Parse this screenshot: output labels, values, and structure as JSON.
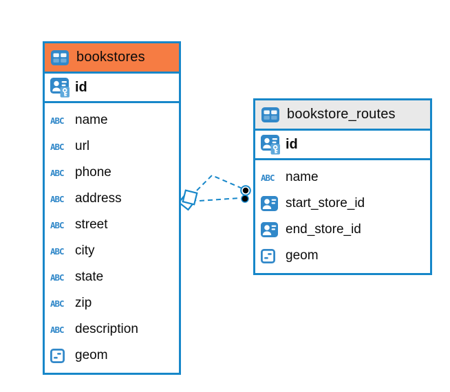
{
  "diagram": {
    "tables": [
      {
        "name": "bookstores",
        "header_color": "#F67C43",
        "primary_key": "id",
        "columns": [
          {
            "name": "name",
            "type": "text"
          },
          {
            "name": "url",
            "type": "text"
          },
          {
            "name": "phone",
            "type": "text"
          },
          {
            "name": "address",
            "type": "text"
          },
          {
            "name": "street",
            "type": "text"
          },
          {
            "name": "city",
            "type": "text"
          },
          {
            "name": "state",
            "type": "text"
          },
          {
            "name": "zip",
            "type": "text"
          },
          {
            "name": "description",
            "type": "text"
          },
          {
            "name": "geom",
            "type": "geometry"
          }
        ]
      },
      {
        "name": "bookstore_routes",
        "header_color": "#E9E9E9",
        "primary_key": "id",
        "columns": [
          {
            "name": "name",
            "type": "text"
          },
          {
            "name": "start_store_id",
            "type": "reference"
          },
          {
            "name": "end_store_id",
            "type": "reference"
          },
          {
            "name": "geom",
            "type": "geometry"
          }
        ]
      }
    ],
    "relation": {
      "from_table": "bookstore_routes",
      "to_table": "bookstores",
      "line_style": "dashed"
    }
  },
  "icons": {
    "text_type_label": "ABC"
  },
  "colors": {
    "accent": "#1787C9",
    "icon_blue": "#3188C9",
    "icon_blue_light": "#5FA9DC",
    "bookstores_header": "#F67C43",
    "routes_header": "#E9E9E9",
    "dot": "#000000",
    "text": "#0B0B0B",
    "bg": "#FFFFFF"
  }
}
